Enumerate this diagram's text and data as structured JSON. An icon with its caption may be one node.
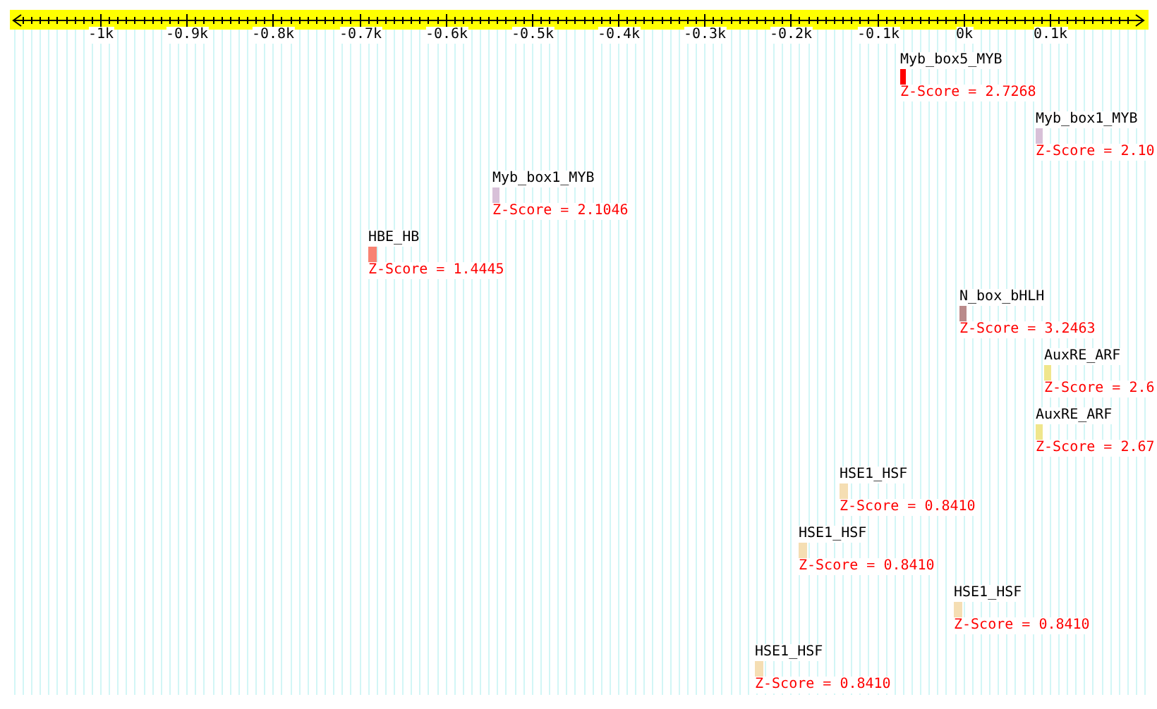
{
  "diagram": {
    "nodes": [
      {
        "text": [
          "Myb_box5_MYB",
          "Z-Score = 2.7268"
        ]
      },
      {
        "text": [
          "Myb_box1_MYB",
          "Z-Score = 2.10"
        ]
      },
      {
        "text": [
          "Myb_box1_MYB",
          "Z-Score = 2.1046"
        ]
      },
      {
        "text": [
          "HBE_HB",
          "Z-Score = 1.4445"
        ]
      },
      {
        "text": [
          "N_box_bHLH",
          "Z-Score = 3.2463"
        ]
      },
      {
        "text": [
          "AuxRE_ARF",
          "Z-Score = 2.6"
        ]
      },
      {
        "text": [
          "AuxRE_ARF",
          "Z-Score = 2.67"
        ]
      },
      {
        "text": [
          "HSE1_HSF",
          "Z-Score = 0.8410"
        ]
      },
      {
        "text": [
          "HSE1_HSF",
          "Z-Score = 0.8410"
        ]
      },
      {
        "text": [
          "HSE1_HSF",
          "Z-Score = 0.8410"
        ]
      },
      {
        "text": [
          "HSE1_HSF",
          "Z-Score = 0.8410"
        ]
      }
    ],
    "labels": [
      "-1k",
      "-0.9k",
      "-0.8k",
      "-0.7k",
      "-0.6k",
      "-0.5k",
      "-0.4k",
      "-0.3k",
      "-0.2k",
      "-0.1k",
      "0k",
      "0.1k"
    ]
  }
}
